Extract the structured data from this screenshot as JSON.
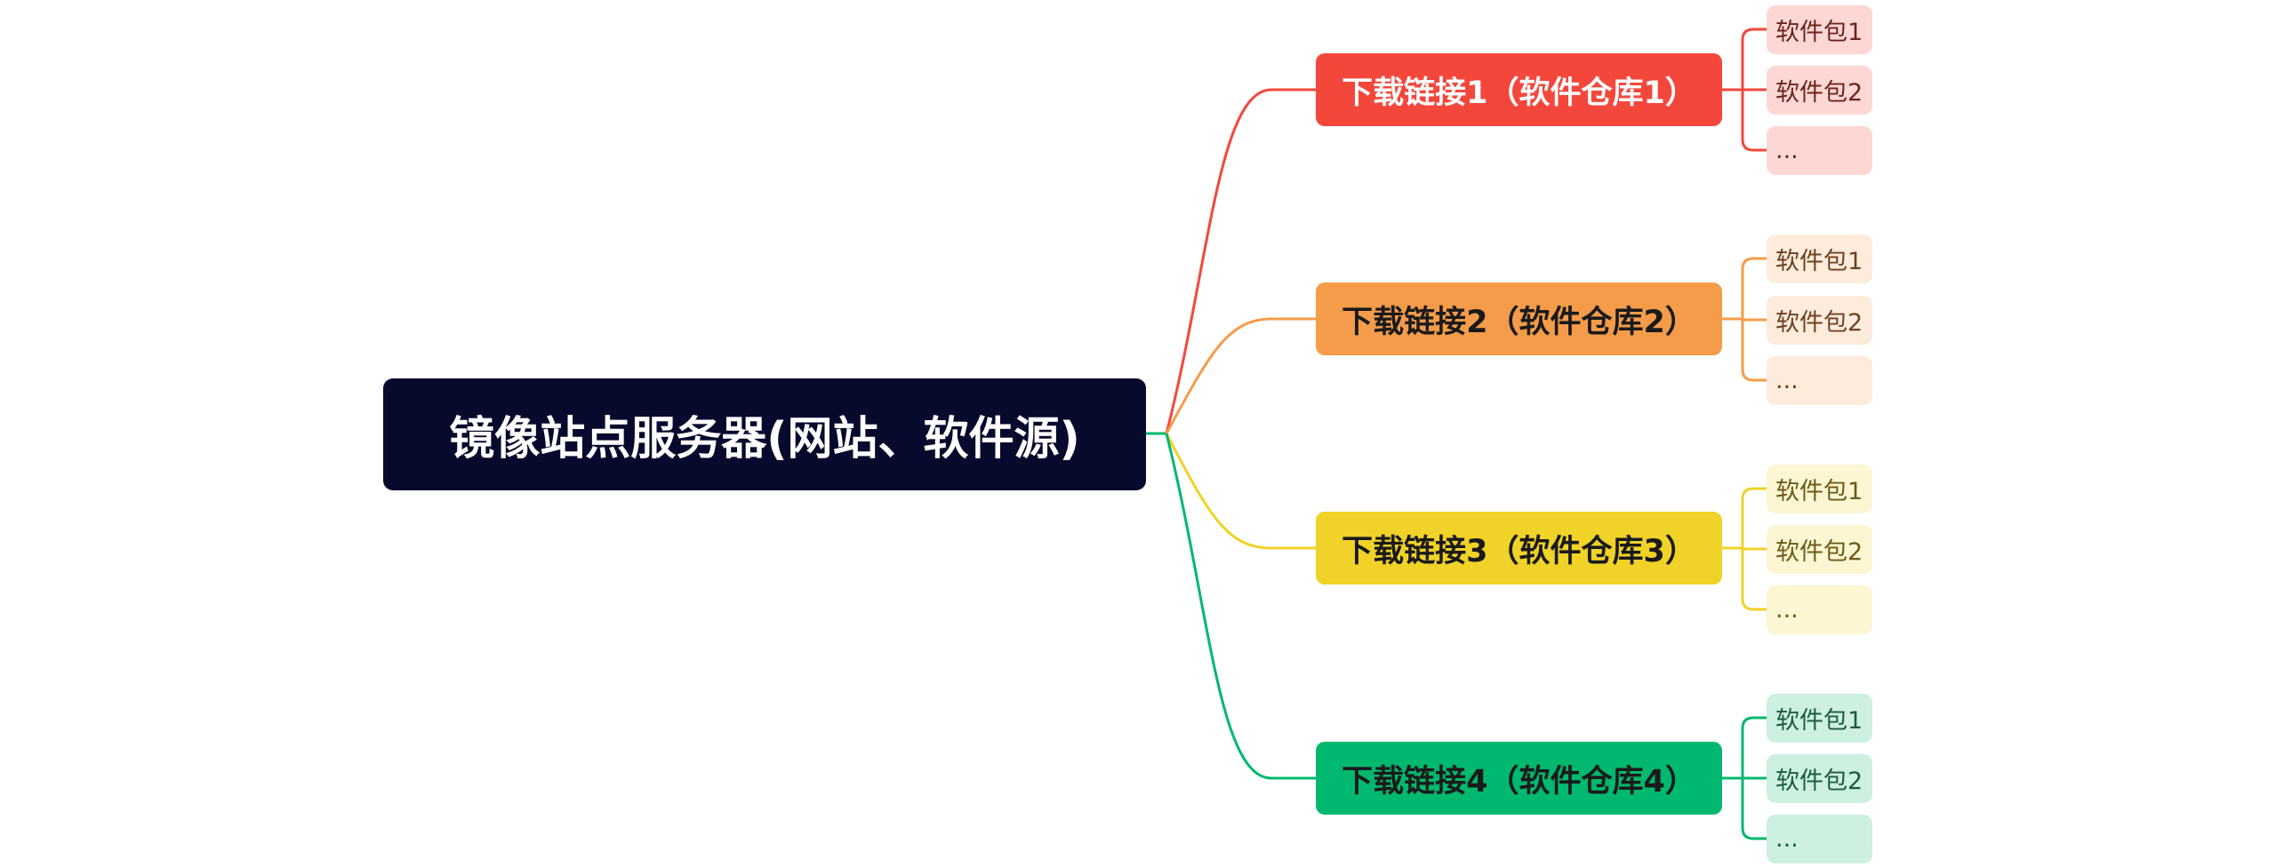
{
  "mindmap": {
    "root": {
      "label": "镜像站点服务器(网站、软件源)"
    },
    "branches": [
      {
        "label": "下载链接1（软件仓库1）",
        "color": "#f4473c",
        "leaf_color": "#fdd7d4",
        "leaves": [
          "软件包1",
          "软件包2",
          "..."
        ]
      },
      {
        "label": "下载链接2（软件仓库2）",
        "color": "#f59c4a",
        "leaf_color": "#fdebdb",
        "leaves": [
          "软件包1",
          "软件包2",
          "..."
        ]
      },
      {
        "label": "下载链接3（软件仓库3）",
        "color": "#f0d228",
        "leaf_color": "#fcf6d2",
        "leaves": [
          "软件包1",
          "软件包2",
          "..."
        ]
      },
      {
        "label": "下载链接4（软件仓库4）",
        "color": "#00b86f",
        "leaf_color": "#cdf0e1",
        "leaves": [
          "软件包1",
          "软件包2",
          "..."
        ]
      }
    ]
  }
}
